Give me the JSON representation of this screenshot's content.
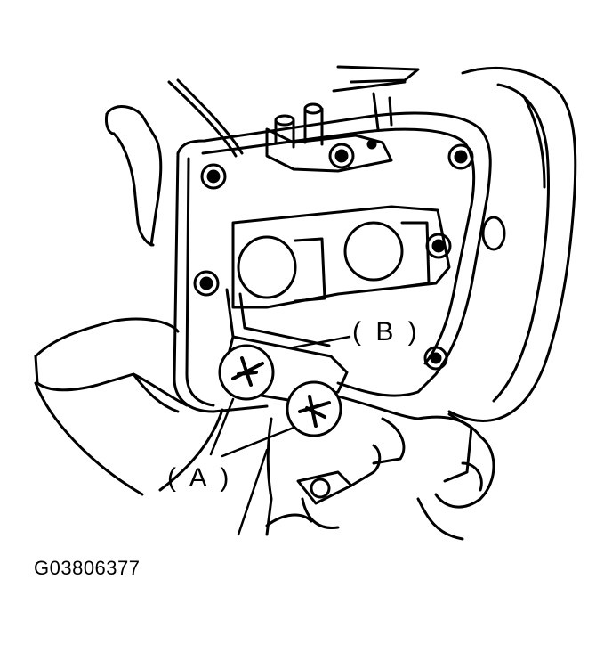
{
  "callouts": {
    "a": "( A )",
    "b": "( B )"
  },
  "figure_id": "G03806377",
  "colors": {
    "line": "#000000",
    "background": "#ffffff"
  }
}
